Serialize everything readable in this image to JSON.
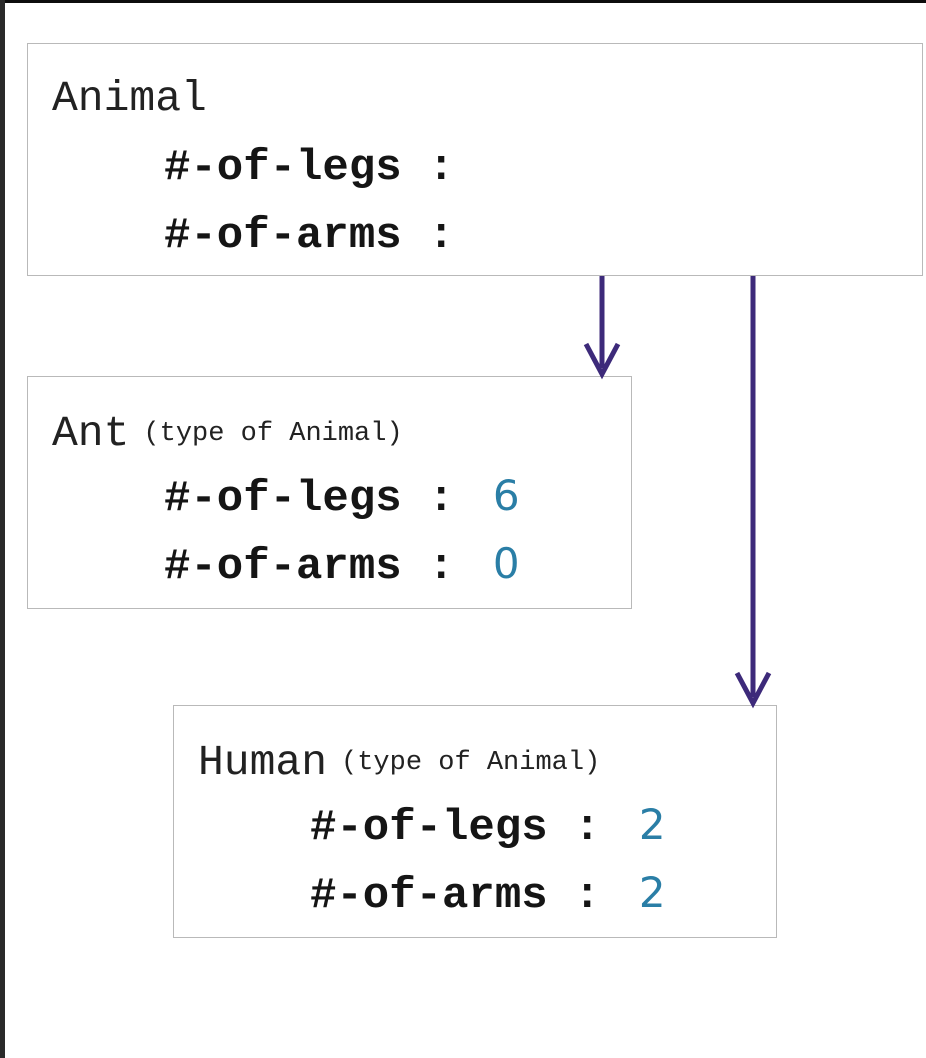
{
  "colors": {
    "arrow": "#3d2a7a",
    "value": "#2a7ea6",
    "box_border": "#b9b9b9"
  },
  "animal": {
    "title": "Animal",
    "fields": [
      {
        "name": "#-of-legs",
        "sep": ":",
        "value": ""
      },
      {
        "name": "#-of-arms",
        "sep": ":",
        "value": ""
      }
    ]
  },
  "ant": {
    "title": "Ant",
    "subtitle": "(type of Animal)",
    "fields": [
      {
        "name": "#-of-legs",
        "sep": ":",
        "value": "6"
      },
      {
        "name": "#-of-arms",
        "sep": ":",
        "value": "0"
      }
    ]
  },
  "human": {
    "title": "Human",
    "subtitle": "(type of Animal)",
    "fields": [
      {
        "name": "#-of-legs",
        "sep": ":",
        "value": "2"
      },
      {
        "name": "#-of-arms",
        "sep": ":",
        "value": "2"
      }
    ]
  }
}
